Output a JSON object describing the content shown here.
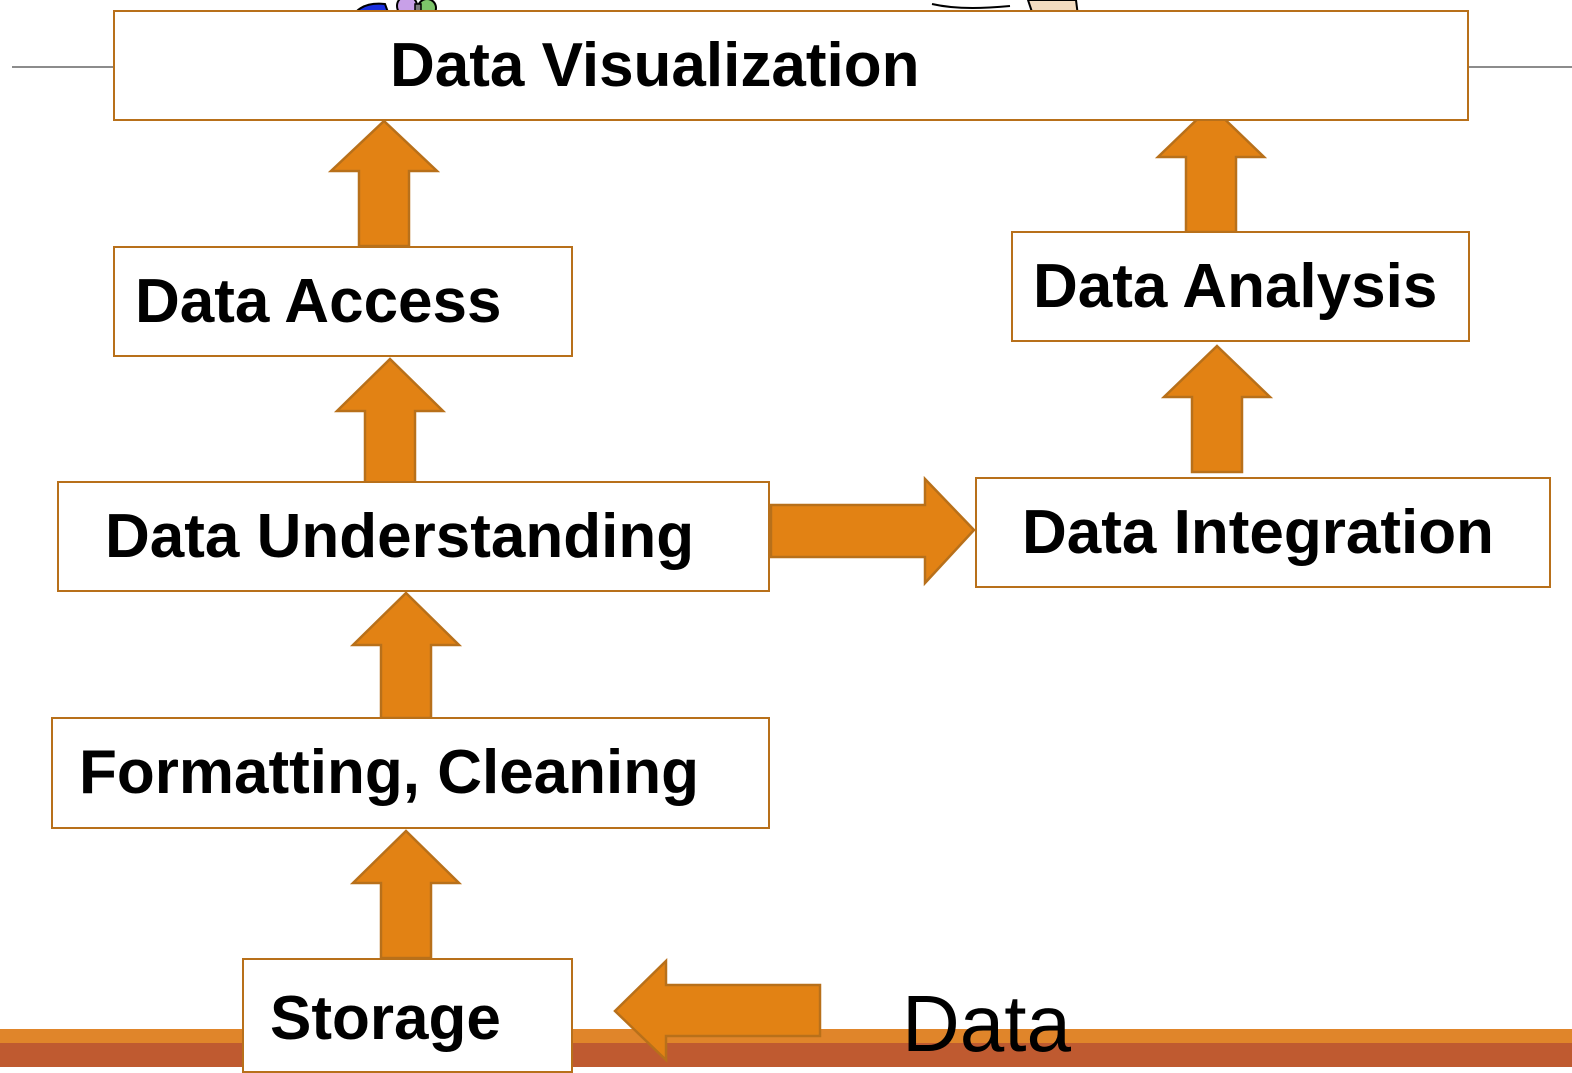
{
  "diagram": {
    "nodes": {
      "data_visualization": "Data Visualization",
      "data_access": "Data Access",
      "data_analysis": "Data Analysis",
      "data_understanding": "Data Understanding",
      "data_integration": "Data Integration",
      "formatting_cleaning": "Formatting, Cleaning",
      "storage": "Storage"
    },
    "input_label": "Data",
    "edges": [
      {
        "from": "Data",
        "to": "Storage"
      },
      {
        "from": "Storage",
        "to": "Formatting, Cleaning"
      },
      {
        "from": "Formatting, Cleaning",
        "to": "Data Understanding"
      },
      {
        "from": "Data Understanding",
        "to": "Data Access"
      },
      {
        "from": "Data Access",
        "to": "Data Visualization"
      },
      {
        "from": "Data Understanding",
        "to": "Data Integration"
      },
      {
        "from": "Data Integration",
        "to": "Data Analysis"
      },
      {
        "from": "Data Analysis",
        "to": "Data Visualization"
      }
    ],
    "colors": {
      "arrow_fill": "#e28214",
      "box_border": "#b8701a",
      "bottom_band_light": "#e0852a",
      "bottom_band_dark": "#bf5a30",
      "rule_line": "#8c8c8c"
    }
  }
}
